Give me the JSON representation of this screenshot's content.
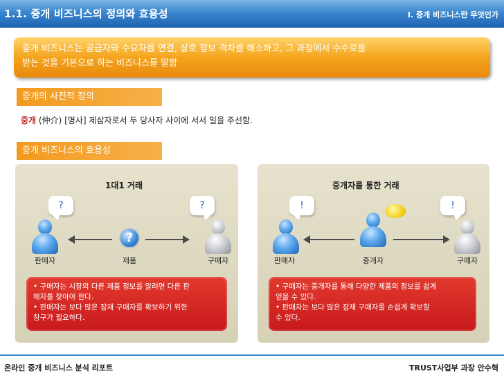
{
  "header": {
    "title": "1.1. 중개 비즈니스의 정의와 효용성",
    "section": "Ⅰ. 중개 비즈니스란 무엇인가"
  },
  "summary": {
    "line1": "중개 비즈니스는 공급자와 수요자를 연결, 상호 정보 격차를 해소하고, 그 과정에서 수수료를",
    "line2": "받는 것을 기본으로 하는 비즈니스를 말함"
  },
  "definition_section": {
    "label": "중개의 사전적 정의",
    "word": "중개",
    "hanja": "(仲介)",
    "text": "[명사] 제삼자로서 두 당사자 사이에 서서 일을 주선함."
  },
  "utility_section": {
    "label": "중개 비즈니스의 효용성"
  },
  "panel_direct": {
    "title": "1대1 거래",
    "bubble_left": "?",
    "bubble_right": "?",
    "product_glyph": "?",
    "seller": "판매자",
    "product": "제품",
    "buyer": "구매자",
    "note_line1": "• 구매자는 시장의 다른 제품 정보를 알려면 다른 판",
    "note_line2": "매자를 찾아야 한다.",
    "note_line3": "• 판매자는 보다 많은 잠재 구매자를 확보하기 위한",
    "note_line4": "창구가 필요하다."
  },
  "panel_broker": {
    "title": "중개자를 통한 거래",
    "bubble_left": "!",
    "bubble_right": "!",
    "seller": "판매자",
    "broker": "중개자",
    "buyer": "구매자",
    "note_line1": "• 구매자는 중개자를 통해 다양한 제품의 정보를 쉽게",
    "note_line2": "얻을 수 있다.",
    "note_line3": "• 판매자는 보다 많은 잠재 구매자를 손쉽게 확보할",
    "note_line4": "수 있다."
  },
  "footer": {
    "left": "온라인 중개 비즈니스 분석 리포트",
    "right": "TRUST사업부 과장 안수혁"
  }
}
